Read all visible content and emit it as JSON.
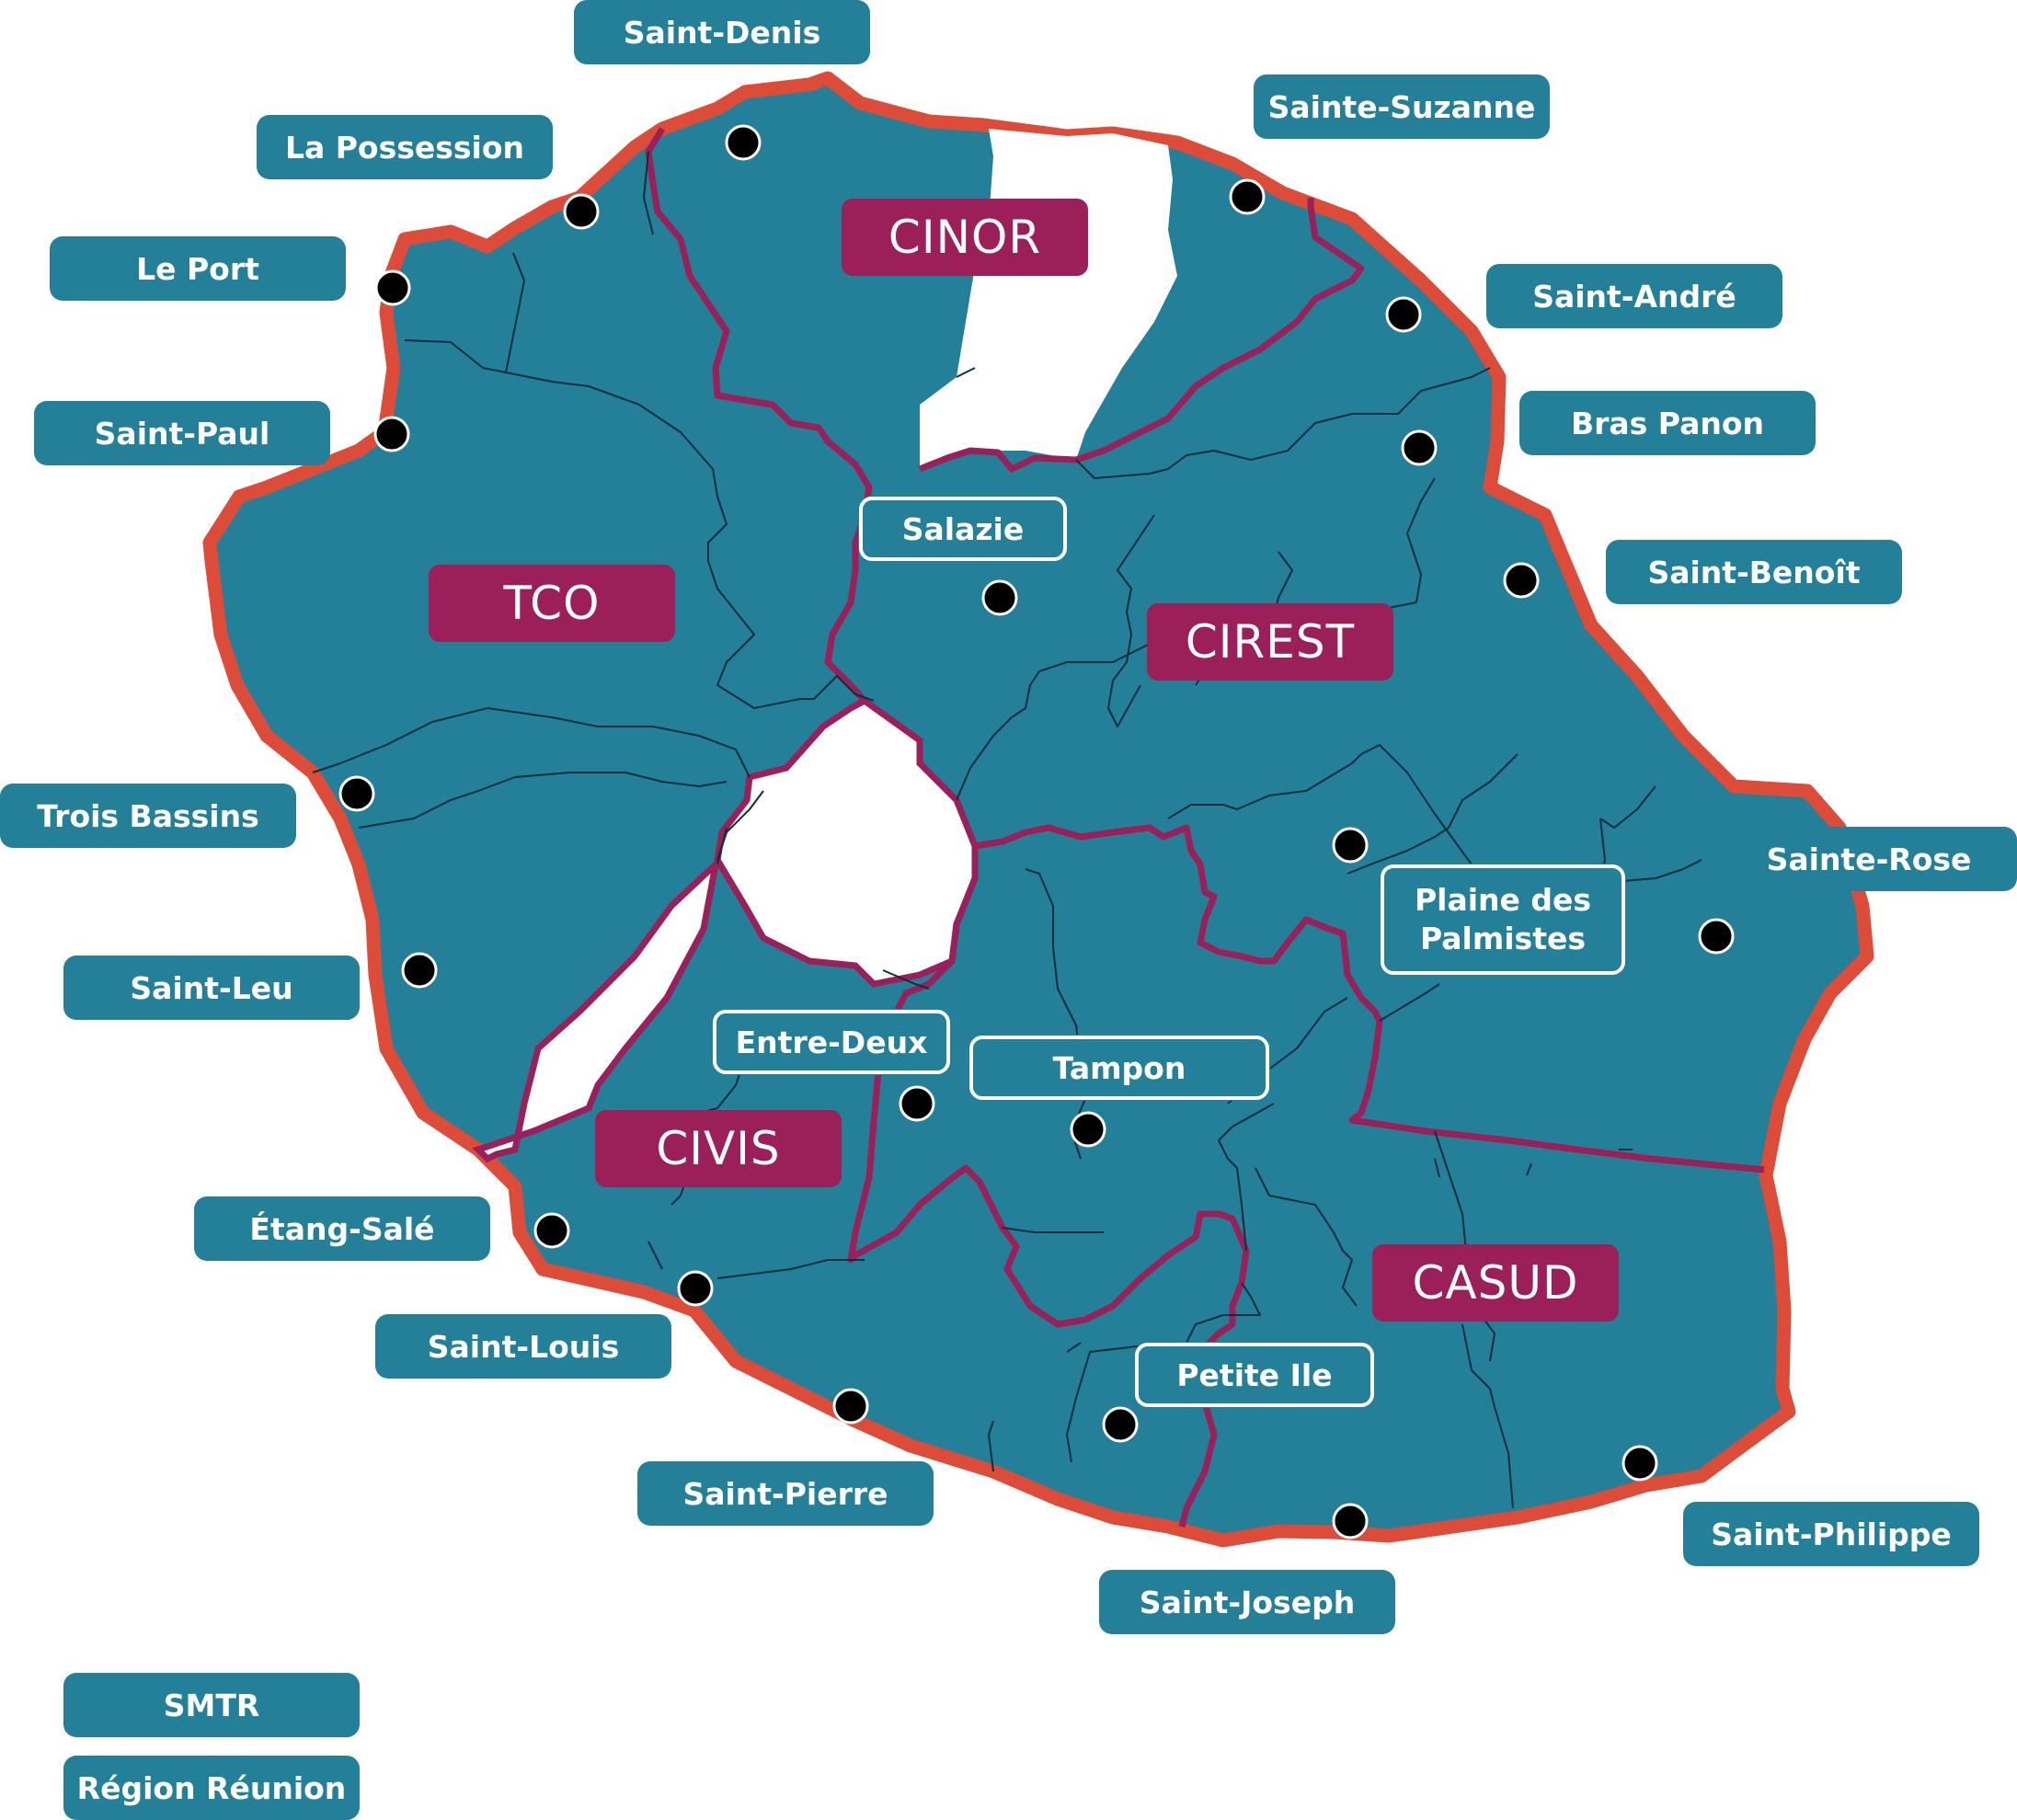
{
  "colors": {
    "island_fill": "#247f99",
    "coast_outline": "#dd4b39",
    "epci_border": "#9b1f58",
    "commune_border": "#0f2f3d",
    "epci_label_bg": "#9b1f58",
    "commune_label_bg": "#247f99",
    "marker": "#000000"
  },
  "epci": {
    "cinor": "CINOR",
    "tco": "TCO",
    "cirest": "CIREST",
    "civis": "CIVIS",
    "casud": "CASUD"
  },
  "communes": {
    "saint_denis": "Saint-Denis",
    "la_possession": "La Possession",
    "le_port": "Le Port",
    "saint_paul": "Saint-Paul",
    "trois_bassins": "Trois Bassins",
    "saint_leu": "Saint-Leu",
    "etang_sale": "Étang-Salé",
    "saint_louis": "Saint-Louis",
    "saint_pierre": "Saint-Pierre",
    "saint_joseph": "Saint-Joseph",
    "saint_philippe": "Saint-Philippe",
    "sainte_rose": "Sainte-Rose",
    "saint_benoit": "Saint-Benoît",
    "bras_panon": "Bras Panon",
    "saint_andre": "Saint-André",
    "sainte_suzanne": "Sainte-Suzanne",
    "salazie": "Salazie",
    "plaine_des_palmistes": "Plaine des Palmistes",
    "entre_deux": "Entre-Deux",
    "tampon": "Tampon",
    "petite_ile": "Petite Ile"
  },
  "legend": {
    "smtr": "SMTR",
    "region": "Région Réunion"
  }
}
